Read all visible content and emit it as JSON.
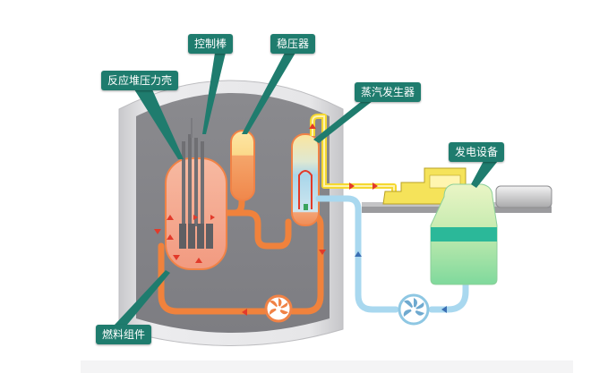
{
  "labels": {
    "reactor_shell": "反应堆压力壳",
    "control_rods": "控制棒",
    "pressurizer": "稳压器",
    "steam_generator": "蒸汽发生器",
    "power_equipment": "发电设备",
    "fuel_assembly": "燃料组件"
  },
  "colors": {
    "callout_bg": "#1f7c6e",
    "primary_loop": "#f0823c",
    "secondary_loop_steam": "#f5d830",
    "secondary_loop_water": "#a9d8ef",
    "containment_wall": "#d9d9dc",
    "containment_interior": "#8e8e92",
    "generator_green": "#7cd99a"
  }
}
